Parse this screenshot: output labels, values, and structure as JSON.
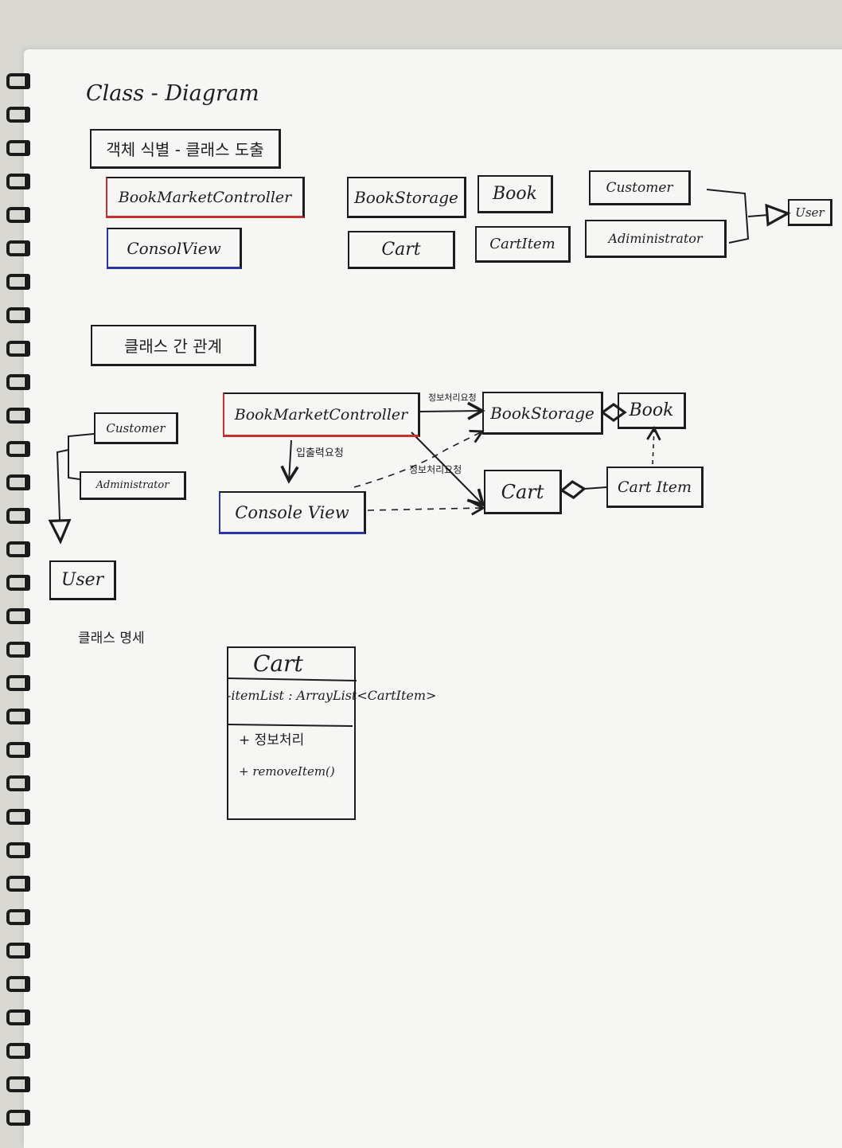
{
  "title": "Class - Diagram",
  "sections": {
    "identify": "객체 식별 - 클래스 도출",
    "relations": "클래스 간 관계",
    "spec": "클래스 명세"
  },
  "classes_identify": {
    "controller": "BookMarketController",
    "view": "ConsolView",
    "storage": "BookStorage",
    "cart": "Cart",
    "book": "Book",
    "cart_item": "CartItem",
    "customer": "Customer",
    "administrator": "Adiministrator",
    "user": "User"
  },
  "classes_relations": {
    "customer": "Customer",
    "administrator": "Administrator",
    "user": "User",
    "controller": "BookMarketController",
    "view": "Console View",
    "storage": "BookStorage",
    "book": "Book",
    "cart": "Cart",
    "cart_item": "Cart Item"
  },
  "relation_labels": {
    "io_request": "입출력요청",
    "info_request_1": "정보처리요청",
    "info_request_2": "정보처리요청"
  },
  "spec_class": {
    "name": "Cart",
    "attribute": "-itemList : ArrayList<CartItem>",
    "methods": [
      "+ 정보처리",
      "+ removeItem()"
    ]
  },
  "colors": {
    "paper": "#f6f6f4",
    "ink": "#1d1d1d",
    "red_marker": "#c8302c",
    "blue_marker": "#2b34a8"
  }
}
